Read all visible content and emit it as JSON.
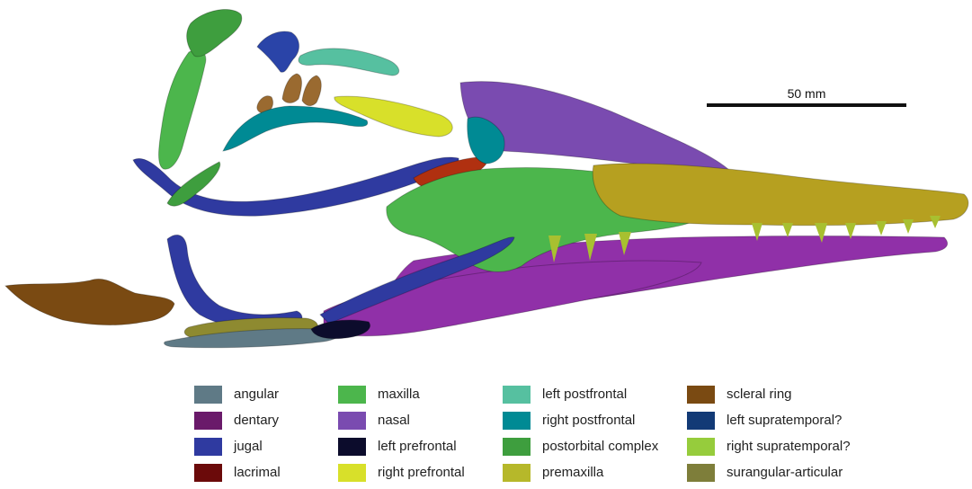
{
  "scale_bar": {
    "label": "50 mm"
  },
  "legend": {
    "columns": [
      [
        {
          "label": "angular",
          "color": "#5f7a86"
        },
        {
          "label": "dentary",
          "color": "#6a1a6a"
        },
        {
          "label": "jugal",
          "color": "#2f3aa0"
        },
        {
          "label": "lacrimal",
          "color": "#6b0a0a"
        }
      ],
      [
        {
          "label": "maxilla",
          "color": "#4cb64c"
        },
        {
          "label": "nasal",
          "color": "#7a4bb0"
        },
        {
          "label": "left prefrontal",
          "color": "#0c0c2c"
        },
        {
          "label": "right prefrontal",
          "color": "#d8e02a"
        }
      ],
      [
        {
          "label": "left postfrontal",
          "color": "#56c0a0"
        },
        {
          "label": "right postfrontal",
          "color": "#008a94"
        },
        {
          "label": "postorbital complex",
          "color": "#3e9e3e"
        },
        {
          "label": "premaxilla",
          "color": "#b6b82a"
        }
      ],
      [
        {
          "label": "scleral ring",
          "color": "#7a4a12"
        },
        {
          "label": "left supratemporal?",
          "color": "#123a76"
        },
        {
          "label": "right supratemporal?",
          "color": "#96cc3c"
        },
        {
          "label": "surangular-articular",
          "color": "#7e7e3a"
        }
      ]
    ]
  },
  "colors": {
    "angular": "#5f7a86",
    "dentary": "#6a1a6a",
    "dentary_light": "#9030a8",
    "jugal": "#2f3aa0",
    "lacrimal": "#6b0a0a",
    "maxilla": "#4cb64c",
    "nasal": "#7a4bb0",
    "left_prefrontal": "#0c0c2c",
    "right_prefrontal": "#d8e02a",
    "left_postfrontal": "#56c0a0",
    "right_postfrontal": "#008a94",
    "postorbital": "#3e9e3e",
    "premaxilla": "#b6a020",
    "scleral_ring": "#7a4a12",
    "left_supratemporal": "#2a44a8",
    "right_supratemporal": "#96cc3c",
    "surangular": "#8e8a30",
    "teeth": "#a8c030",
    "brown_piece": "#9a6a30"
  }
}
